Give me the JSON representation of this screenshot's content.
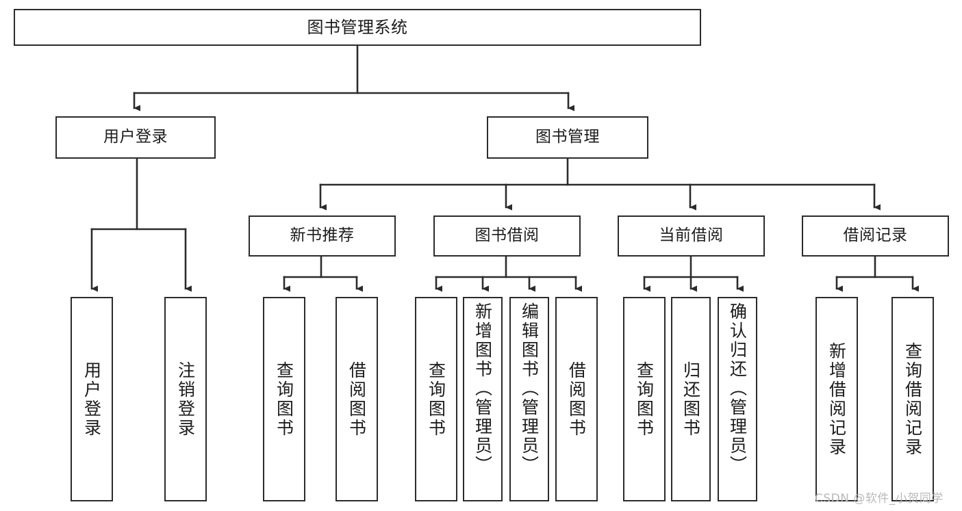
{
  "diagram": {
    "title": "图书管理系统",
    "type": "tree-hierarchy",
    "watermark": "CSDN @软件_小贺同学",
    "colors": {
      "background": "#ffffff",
      "border": "#2b2b2b",
      "text": "#1b1b1b",
      "edge": "#2b2b2b",
      "watermark": "#b9b9b9"
    }
  },
  "nodes": {
    "root": {
      "label": "图书管理系统"
    },
    "level2": [
      {
        "id": "user-login",
        "label": "用户登录"
      },
      {
        "id": "book-manage",
        "label": "图书管理"
      }
    ],
    "level3": [
      {
        "id": "new-book-rec",
        "label": "新书推荐"
      },
      {
        "id": "book-borrow",
        "label": "图书借阅"
      },
      {
        "id": "current-borrow",
        "label": "当前借阅"
      },
      {
        "id": "borrow-record",
        "label": "借阅记录"
      }
    ],
    "leaves": {
      "user_login": [
        {
          "id": "leaf-user-login",
          "label": "用户登录"
        },
        {
          "id": "leaf-logout-login",
          "label": "注销登录"
        }
      ],
      "new_book_rec": [
        {
          "id": "leaf-query-book-1",
          "label": "查询图书"
        },
        {
          "id": "leaf-borrow-book-1",
          "label": "借阅图书"
        }
      ],
      "book_borrow": [
        {
          "id": "leaf-query-book-2",
          "label": "查询图书"
        },
        {
          "id": "leaf-add-book",
          "label": "新增图书（管理员）"
        },
        {
          "id": "leaf-edit-book",
          "label": "编辑图书（管理员）"
        },
        {
          "id": "leaf-borrow-book-2",
          "label": "借阅图书"
        }
      ],
      "current_borrow": [
        {
          "id": "leaf-query-book-3",
          "label": "查询图书"
        },
        {
          "id": "leaf-return-book",
          "label": "归还图书"
        },
        {
          "id": "leaf-confirm-return",
          "label": "确认归还（管理员）"
        }
      ],
      "borrow_record": [
        {
          "id": "leaf-add-record",
          "label": "新增借阅记录"
        },
        {
          "id": "leaf-query-record",
          "label": "查询借阅记录"
        }
      ]
    }
  }
}
